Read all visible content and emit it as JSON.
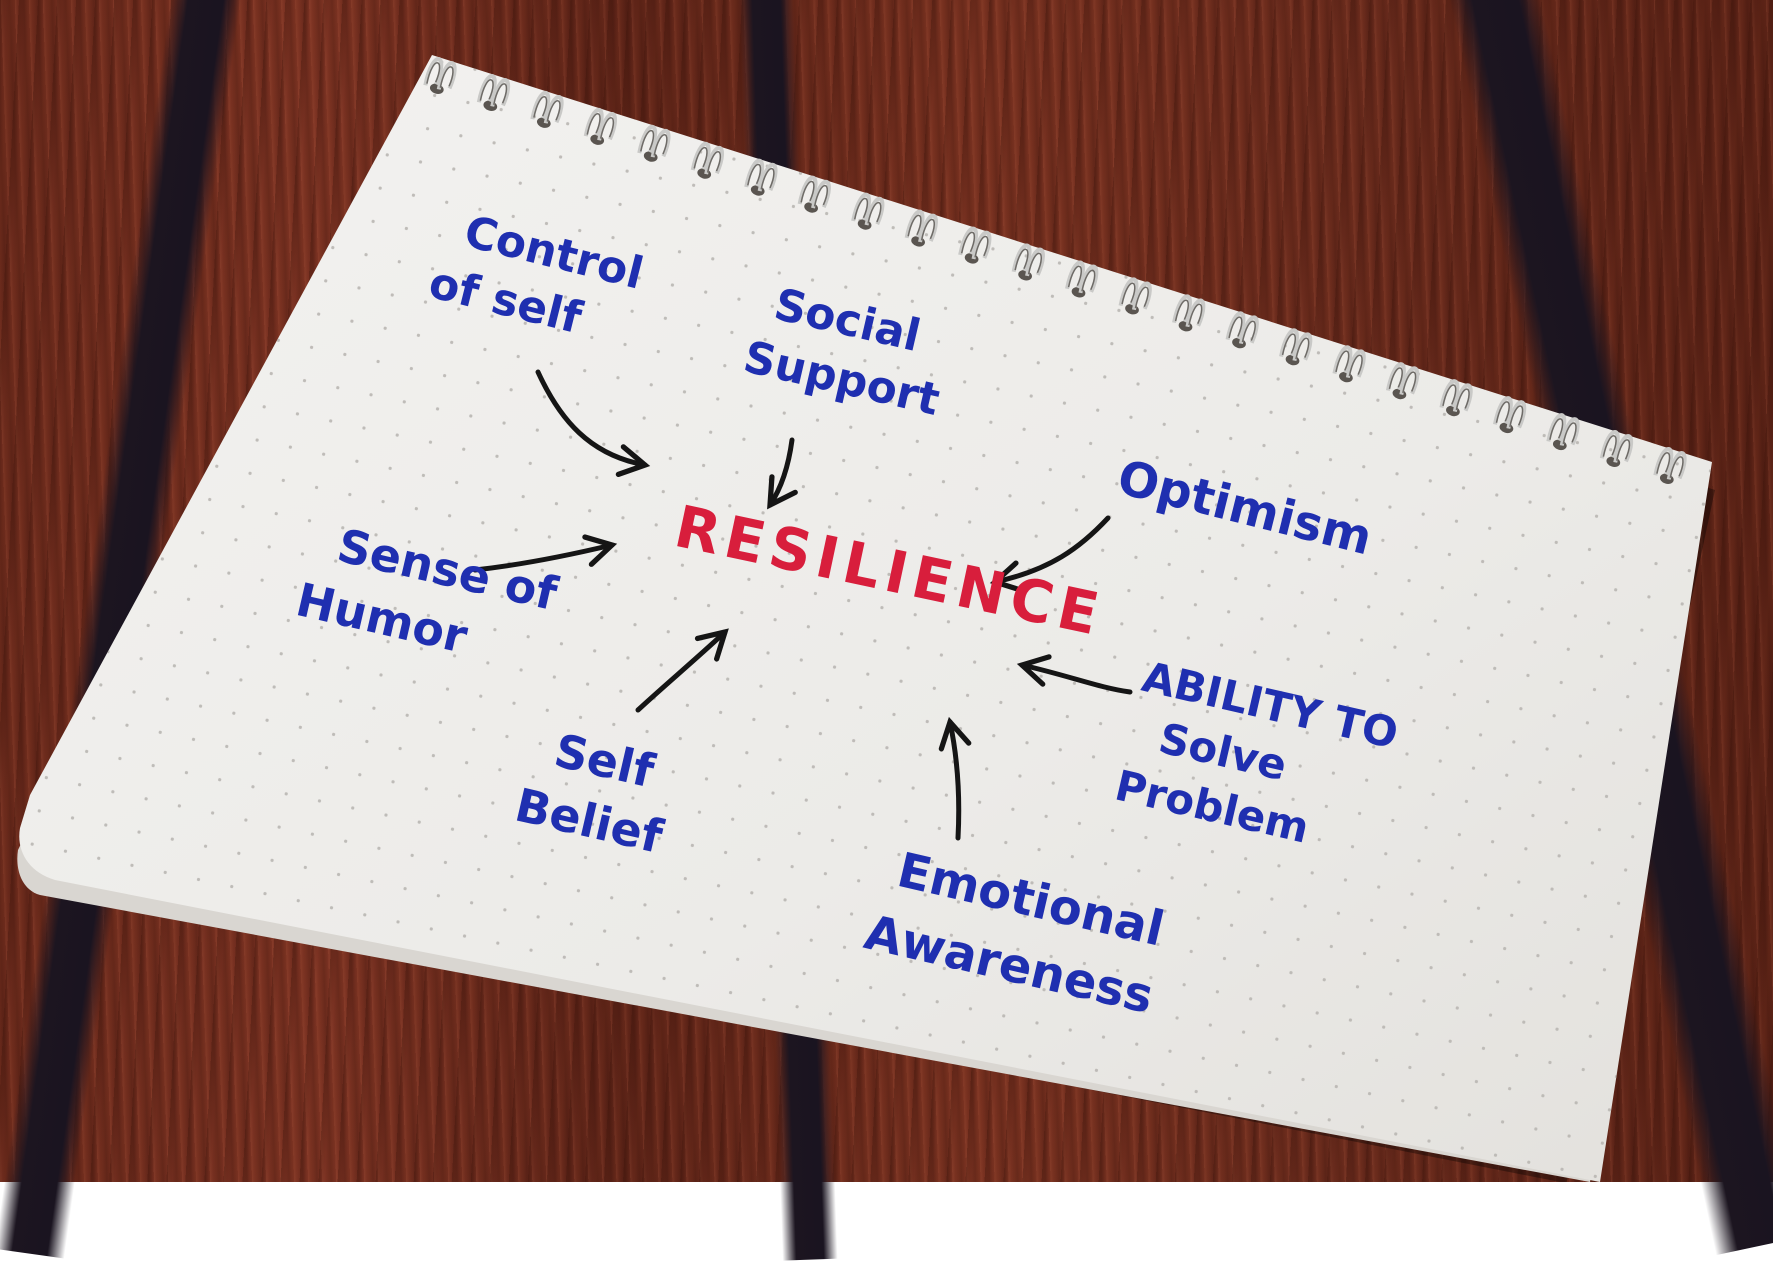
{
  "center_word": "RESILIENCE",
  "factors": [
    {
      "id": "control-of-self",
      "lines": [
        "Control",
        "of self"
      ]
    },
    {
      "id": "social-support",
      "lines": [
        "Social",
        "Support"
      ]
    },
    {
      "id": "optimism",
      "lines": [
        "Optimism"
      ]
    },
    {
      "id": "sense-of-humor",
      "lines": [
        "Sense of",
        "Humor"
      ]
    },
    {
      "id": "self-belief",
      "lines": [
        "Self",
        "Belief"
      ]
    },
    {
      "id": "emotional-awareness",
      "lines": [
        "Emotional",
        "Awareness"
      ]
    },
    {
      "id": "ability-to-solve-problem",
      "lines": [
        "ABILITY TO",
        "Solve",
        "Problem"
      ]
    }
  ],
  "colors": {
    "factor_ink": "#1f2fb0",
    "center_ink": "#d81e3c",
    "arrow_ink": "#151515",
    "paper": "#efeeec",
    "table_wood": "#6b2a1c"
  }
}
